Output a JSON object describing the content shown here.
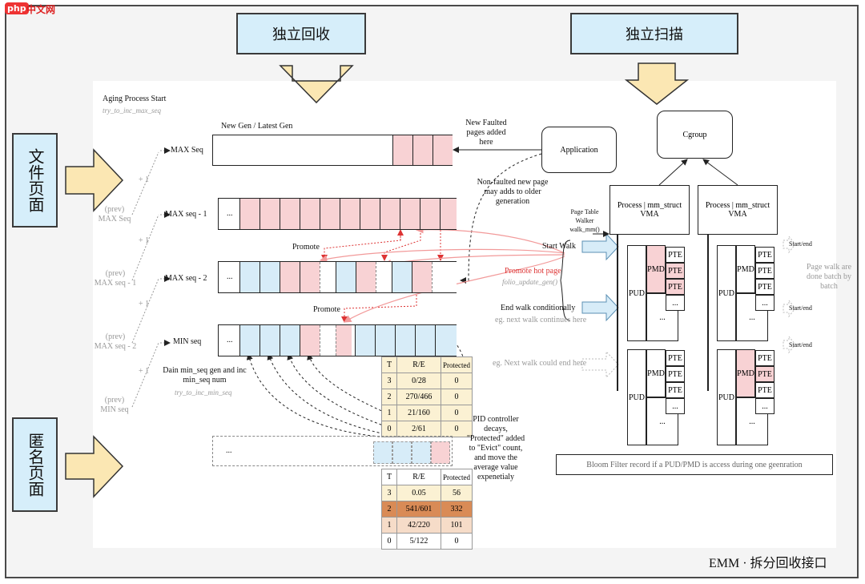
{
  "watermark": {
    "logo": "php",
    "site": "中文网"
  },
  "headers": {
    "recycle": "独立回收",
    "scan": "独立扫描"
  },
  "side": {
    "file_pages": "文件页面",
    "anon_pages": "匿名页面"
  },
  "footer": "EMM · 拆分回收接口",
  "aging": {
    "title": "Aging Process Start",
    "func": "try_to_inc_max_seq"
  },
  "gens": {
    "header": "New Gen / Latest Gen",
    "max_seq": "MAX Seq",
    "max_seq_1": "MAX seq - 1",
    "max_seq_2": "MAX seq - 2",
    "min_seq": "MIN seq",
    "ellipsis": "..."
  },
  "plus_one": "+ 1",
  "prev": {
    "p1": "(prev)",
    "l1": "MAX Seq",
    "p2": "(prev)",
    "l2": "MAX seq - 1",
    "p3": "(prev)",
    "l3": "MAX seq - 2",
    "p4": "(prev)",
    "l4": "MIN seq"
  },
  "promote": "Promote",
  "drain": {
    "line1": "Dain min_seq gen and inc",
    "line2": "min_seq num",
    "func": "try_to_inc_min_seq"
  },
  "new_faulted": [
    "New Faulted",
    "pages added",
    "here"
  ],
  "non_faulted": [
    "Non-faulted new page",
    "may adds to older",
    "generation"
  ],
  "application": "Application",
  "cgroup": "Cgroup",
  "walker": {
    "l1": "Page Table",
    "l2": "Walker",
    "l3": "walk_mm()"
  },
  "start_walk": "Start Walk",
  "promote_hot": {
    "label": "Promote hot page",
    "func": "folio_update_gen()"
  },
  "end_walk": {
    "label": "End walk conditionally",
    "sub": "eg. next walk continues here"
  },
  "next_walk_end": "eg. Next walk could end here",
  "process": {
    "l1": "Process | mm_struct",
    "l2": "VMA"
  },
  "pud": "PUD",
  "pmd": "PMD",
  "pte": "PTE",
  "start_end": "Start/end",
  "page_walk_note": [
    "Page walk are",
    "done batch by",
    "batch"
  ],
  "bloom": "Bloom Filter record if a PUD/PMD is access during one geenration",
  "pid_note": [
    "PID controller",
    "decays,",
    "\"Protected\" added",
    "to \"Evict\" count,",
    "and move the",
    "average value",
    "expenetialy"
  ],
  "file_table": {
    "headers": [
      "T",
      "R/E",
      "Protected"
    ],
    "rows": [
      [
        "3",
        "0/28",
        "0"
      ],
      [
        "2",
        "270/466",
        "0"
      ],
      [
        "1",
        "21/160",
        "0"
      ],
      [
        "0",
        "2/61",
        "0"
      ]
    ]
  },
  "anon_table": {
    "headers": [
      "T",
      "R/E",
      "Protected"
    ],
    "rows": [
      [
        "3",
        "0.05",
        "56"
      ],
      [
        "2",
        "541/601",
        "332"
      ],
      [
        "1",
        "42/220",
        "101"
      ],
      [
        "0",
        "5/122",
        "0"
      ]
    ]
  },
  "colors": {
    "header_fill": "#d6eefa",
    "arrow_fill": "#fbe7b3",
    "pink": "#f8d2d4",
    "blue": "#d7ecf8",
    "table_yellow": "#fbf1d3",
    "table_orange": "#d98b56",
    "table_peach": "#f6dcc8"
  }
}
